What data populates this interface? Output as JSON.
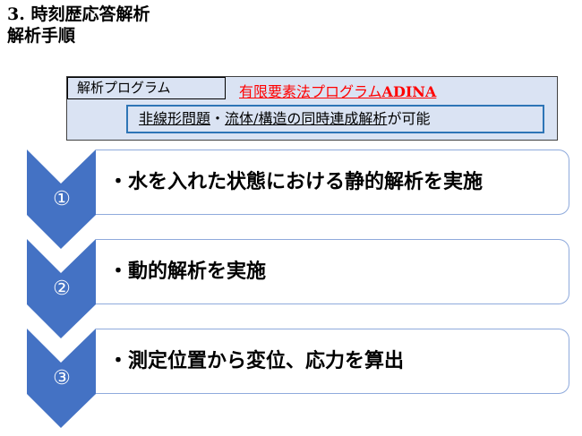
{
  "header": {
    "title": "3. 時刻歴応答解析",
    "subtitle": "解析手順"
  },
  "program": {
    "label": "解析プログラム",
    "name_prefix": "有限要素法プログラム",
    "name_suffix": "ADINA",
    "features": {
      "part1": "非線形問題",
      "sep1": "・",
      "part2": "流体/構造の同時連成解析",
      "part3": "が可能"
    }
  },
  "steps": [
    {
      "number": "①",
      "text": "・水を入れた状態における静的解析を実施"
    },
    {
      "number": "②",
      "text": "・動的解析を実施"
    },
    {
      "number": "③",
      "text": "・測定位置から変位、応力を算出"
    }
  ],
  "colors": {
    "chevron": "#4472c4",
    "program_bg": "#dae3f3",
    "program_name": "#ff0000",
    "feature_border": "#2e75b6",
    "step_border": "#8faadc"
  }
}
